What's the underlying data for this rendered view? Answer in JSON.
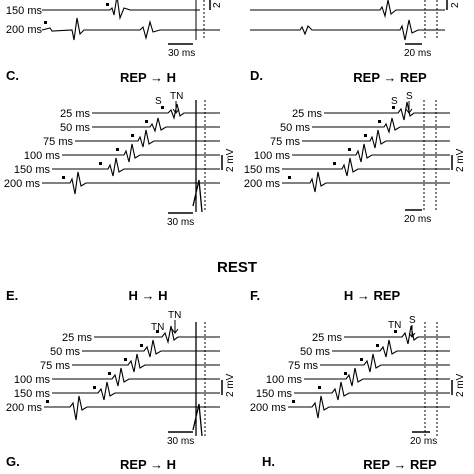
{
  "section_label": "REST",
  "panels": [
    {
      "id": "A",
      "letter": "",
      "title": "",
      "rows": [
        "150 ms",
        "200 ms"
      ],
      "time_bar": "30 ms",
      "voltage_bar": "2",
      "annotations": [],
      "dotted_lines": 1,
      "partial": true
    },
    {
      "id": "B",
      "letter": "",
      "title": "",
      "rows": [
        "",
        ""
      ],
      "time_bar": "20 ms",
      "voltage_bar": "2",
      "annotations": [],
      "dotted_lines": 2,
      "partial": true
    },
    {
      "id": "C",
      "letter": "C.",
      "title": "REP → H",
      "rows": [
        "25 ms",
        "50 ms",
        "75 ms",
        "100 ms",
        "150 ms",
        "200 ms"
      ],
      "time_bar": "30 ms",
      "voltage_bar": "2 mV",
      "annotations": [
        "S",
        "TN"
      ],
      "dotted_lines": 1,
      "partial": false
    },
    {
      "id": "D",
      "letter": "D.",
      "title": "REP → REP",
      "rows": [
        "25 ms",
        "50 ms",
        "75 ms",
        "100 ms",
        "150 ms",
        "200 ms"
      ],
      "time_bar": "20 ms",
      "voltage_bar": "2 mV",
      "annotations": [
        "S",
        "S"
      ],
      "dotted_lines": 2,
      "partial": false
    },
    {
      "id": "E",
      "letter": "E.",
      "title": "H → H",
      "rows": [
        "25 ms",
        "50 ms",
        "75 ms",
        "100 ms",
        "150 ms",
        "200 ms"
      ],
      "time_bar": "30 ms",
      "voltage_bar": "2 mV",
      "annotations": [
        "TN",
        "TN"
      ],
      "dotted_lines": 1,
      "partial": false
    },
    {
      "id": "F",
      "letter": "F.",
      "title": "H → REP",
      "rows": [
        "25 ms",
        "50 ms",
        "75 ms",
        "100 ms",
        "150 ms",
        "200 ms"
      ],
      "time_bar": "20 ms",
      "voltage_bar": "2 mV",
      "annotations": [
        "TN",
        "S"
      ],
      "dotted_lines": 2,
      "partial": false
    },
    {
      "id": "G",
      "letter": "G.",
      "title": "REP → H",
      "rows": [],
      "time_bar": "",
      "voltage_bar": "",
      "annotations": [],
      "dotted_lines": 0,
      "partial": true
    },
    {
      "id": "H",
      "letter": "H.",
      "title": "REP → REP",
      "rows": [],
      "time_bar": "",
      "voltage_bar": "",
      "annotations": [],
      "dotted_lines": 0,
      "partial": true
    }
  ]
}
